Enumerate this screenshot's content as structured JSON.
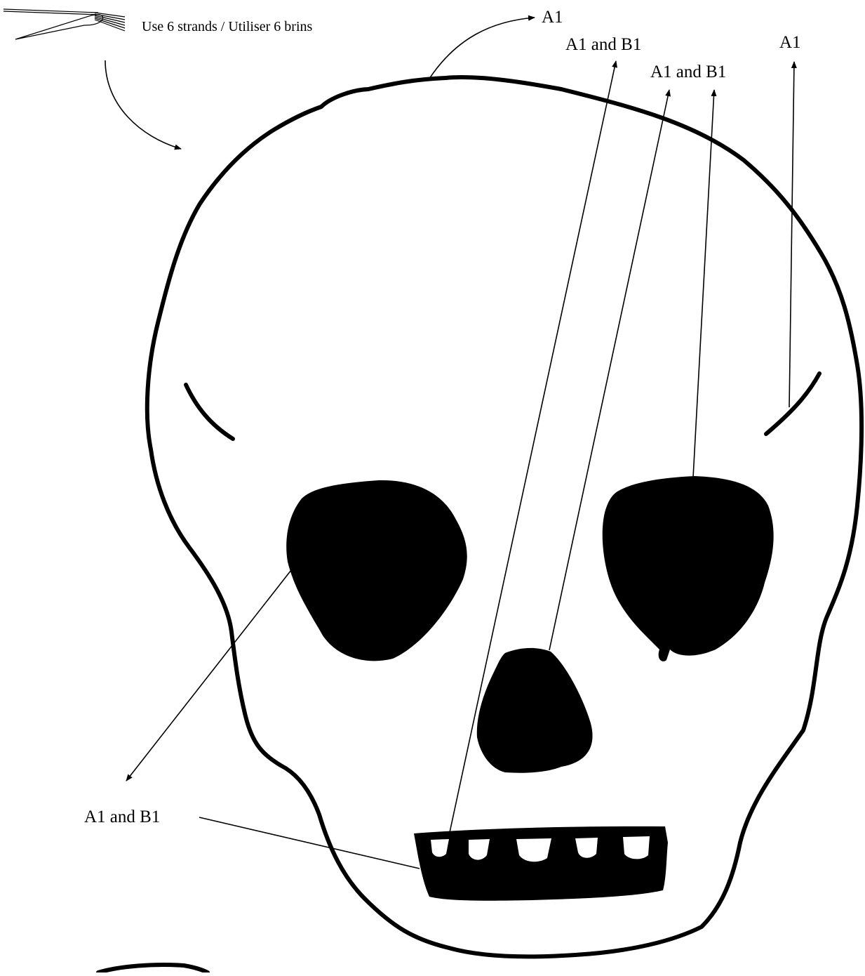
{
  "instruction": {
    "text": "Use 6 strands / Utiliser 6 brins",
    "icon": "needle-with-strands-icon"
  },
  "labels": [
    {
      "id": "top-outline",
      "text": "A1"
    },
    {
      "id": "center-1",
      "text": "A1 and B1"
    },
    {
      "id": "center-2",
      "text": "A1 and B1"
    },
    {
      "id": "right",
      "text": "A1"
    },
    {
      "id": "left",
      "text": "A1 and B1"
    }
  ],
  "colors": {
    "ink": "#000000",
    "background": "#ffffff"
  }
}
